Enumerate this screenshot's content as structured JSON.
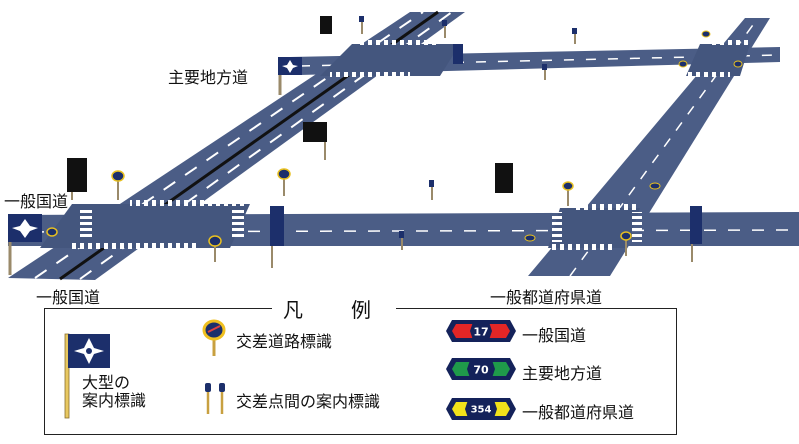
{
  "scene": {
    "road_labels": {
      "major_local_road_top": "主要地方道",
      "national_road_left": "一般国道",
      "national_road_bottom": "一般国道",
      "prefectural_road_bottom": "一般都道府県道"
    }
  },
  "legend": {
    "title": "凡　例",
    "large_sign": "大型の\n案内標識",
    "intersection_sign": "交差道路標識",
    "between_sign": "交差点間の案内標識",
    "routes": [
      {
        "number": "17",
        "label": "一般国道",
        "color": "#e32626"
      },
      {
        "number": "70",
        "label": "主要地方道",
        "color": "#1f9a4a"
      },
      {
        "number": "354",
        "label": "一般都道府県道",
        "color": "#f2e21a"
      }
    ]
  },
  "colors": {
    "road": "#4b5d86",
    "road_shadow": "#2f3d60",
    "sign_navy": "#1c2f6b",
    "pole": "#9a8a6a",
    "shield_navy": "#14225a"
  }
}
